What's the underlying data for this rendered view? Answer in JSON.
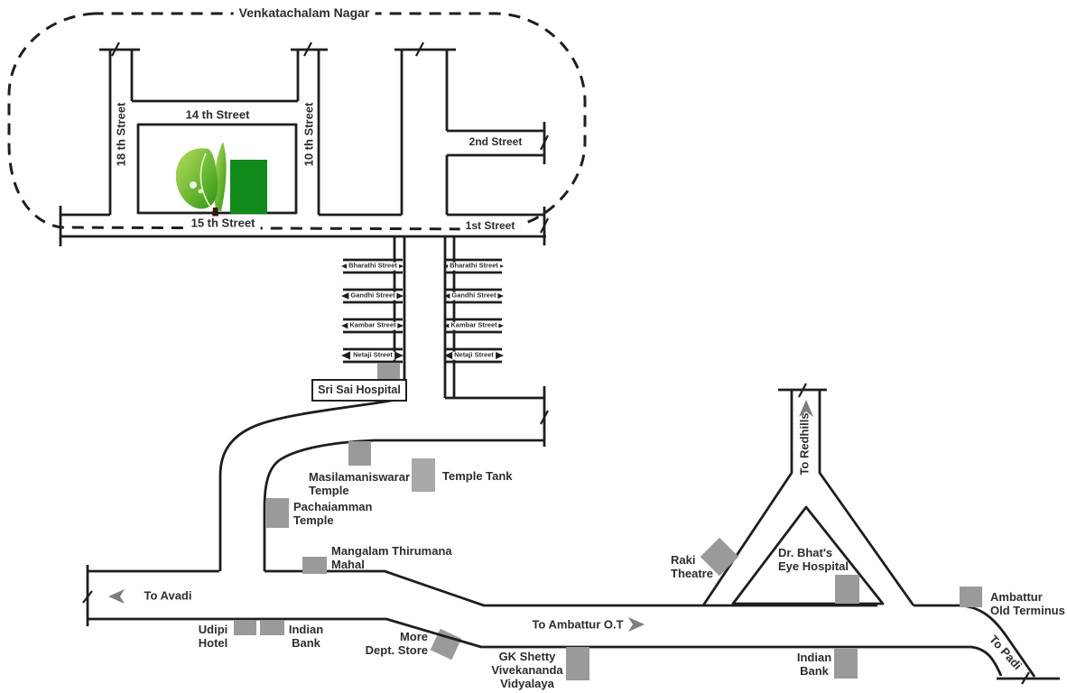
{
  "area_label": "Venkatachalam Nagar",
  "streets": {
    "fourteenth": "14 th Street",
    "fifteenth": "15 th Street",
    "eighteenth": "18 th Street",
    "tenth": "10 th Street",
    "second": "2nd Street",
    "first": "1st Street",
    "ladder_left": [
      "Bharathi Street",
      "Gandhi Street",
      "Kambar Street",
      "Netaji Street"
    ],
    "ladder_right": [
      "Bharathi Street",
      "Gandhi Street",
      "Kambar Street",
      "Netaji Street"
    ]
  },
  "landmarks": {
    "sri_sai_hospital": "Sri Sai Hospital",
    "masilamaniswarar_temple": "Masilamaniswarar\nTemple",
    "temple_tank": "Temple Tank",
    "pachaiamman_temple": "Pachaiamman\nTemple",
    "mangalam_mahal": "Mangalam Thirumana\nMahal",
    "udipi_hotel": "Udipi\nHotel",
    "indian_bank_west": "Indian\nBank",
    "more_dept_store": "More\nDept. Store",
    "gk_shetty_vidyalaya": "GK Shetty\nVivekananda\nVidyalaya",
    "raki_theatre": "Raki\nTheatre",
    "dr_bhats_eye_hospital": "Dr. Bhat's\nEye Hospital",
    "ambattur_old_terminus": "Ambattur\nOld Terminus",
    "indian_bank_east": "Indian\nBank"
  },
  "directions": {
    "to_avadi": "To Avadi",
    "to_ambattur_ot": "To Ambattur O.T",
    "to_redhills": "To Redhills",
    "to_padi": "To Padi"
  },
  "colors": {
    "site_marker_green": "#118a1b",
    "leaf_light": "#a8d63f",
    "leaf_dark": "#3f9c1c",
    "building_gray": "#9a9a9a",
    "building_gray_light": "#a9a9a9",
    "road_line": "#1e1e1e",
    "arrow_gray": "#7d7d7d"
  }
}
